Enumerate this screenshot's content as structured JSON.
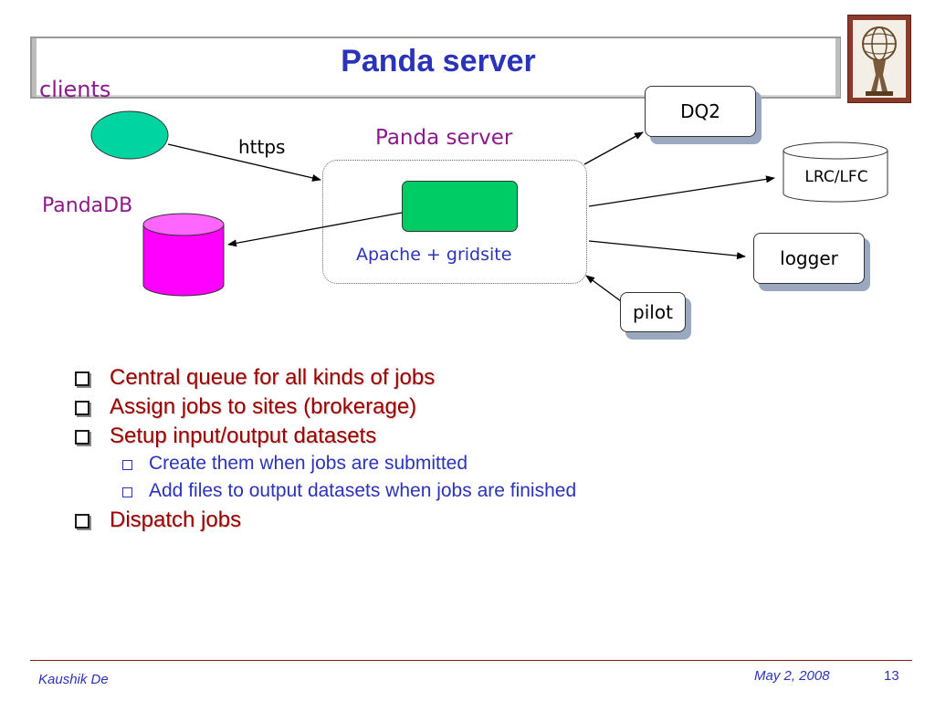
{
  "slide": {
    "title": "Panda server"
  },
  "diagram": {
    "clients_label": "clients",
    "https_label": "https",
    "server_label": "Panda server",
    "server_sub_label": "Apache + gridsite",
    "db_label": "PandaDB",
    "dq2_label": "DQ2",
    "lrc_label": "LRC/LFC",
    "logger_label": "logger",
    "pilot_label": "pilot",
    "colors": {
      "client_fill": "#00d4a0",
      "server_core_fill": "#00cc66",
      "db_fill": "#ff00ff",
      "purple_text": "#8b1a8b",
      "blue_text": "#2b33b8"
    }
  },
  "bullets": [
    {
      "level": 1,
      "text": "Central queue for all kinds of jobs"
    },
    {
      "level": 1,
      "text": "Assign jobs to sites (brokerage)"
    },
    {
      "level": 1,
      "text": "Setup input/output datasets"
    },
    {
      "level": 2,
      "text": "Create them when jobs are submitted"
    },
    {
      "level": 2,
      "text": "Add files to output datasets when jobs are finished"
    },
    {
      "level": 1,
      "text": "Dispatch jobs"
    }
  ],
  "footer": {
    "author": "Kaushik De",
    "date": "May 2, 2008",
    "page": "13"
  }
}
